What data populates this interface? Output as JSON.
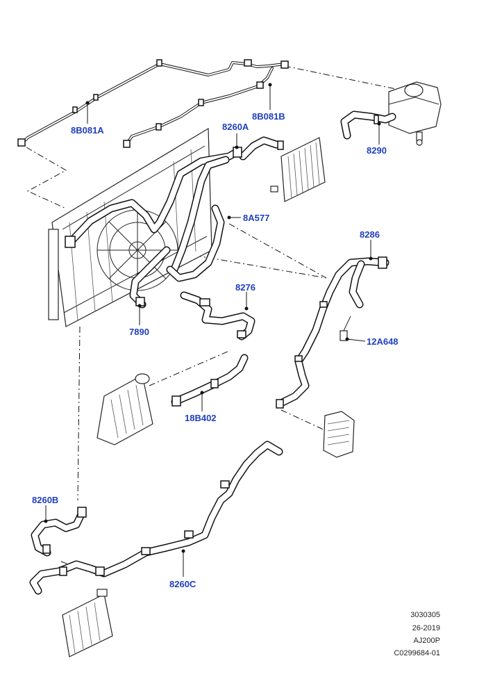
{
  "callouts": {
    "c8B081A": "8B081A",
    "c8B081B": "8B081B",
    "c8260A": "8260A",
    "c8290": "8290",
    "c8A577": "8A577",
    "c8286": "8286",
    "c8276": "8276",
    "c7890": "7890",
    "c12A648": "12A648",
    "c18B402": "18B402",
    "c8260B": "8260B",
    "c8260C": "8260C"
  },
  "reference": {
    "line1": "3030305",
    "line2": "26-2019",
    "line3": "AJ200P",
    "line4": "C0299684-01"
  },
  "colors": {
    "callout": "#1f3fbf",
    "lines": "#111111",
    "background": "#ffffff"
  }
}
